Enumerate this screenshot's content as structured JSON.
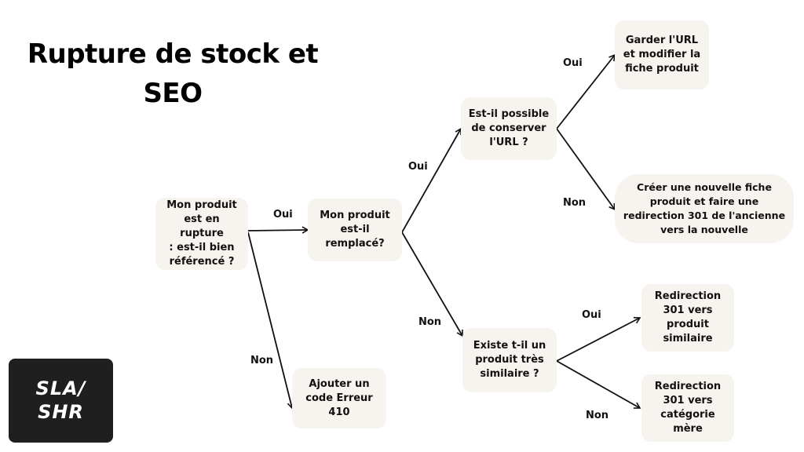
{
  "title": {
    "line1": "Rupture de stock et",
    "line2": "SEO"
  },
  "nodes": {
    "start": [
      "Mon produit",
      "est en rupture",
      ": est-il bien",
      "référencé ?"
    ],
    "replaced": [
      "Mon produit",
      "est-il",
      "remplacé?"
    ],
    "error410": [
      "Ajouter un",
      "code Erreur",
      "410"
    ],
    "keep_url_q": [
      "Est-il possible",
      "de conserver",
      "l'URL ?"
    ],
    "similar_q": [
      "Existe t-il un",
      "produit très",
      "similaire ?"
    ],
    "keep_url": [
      "Garder l'URL",
      "et modifier la",
      "fiche produit"
    ],
    "new_page": [
      "Créer une nouvelle fiche",
      "produit et faire une",
      "redirection 301 de l'ancienne",
      "vers la nouvelle"
    ],
    "redirect_similar": [
      "Redirection",
      "301 vers",
      "produit",
      "similaire"
    ],
    "redirect_parent": [
      "Redirection",
      "301 vers",
      "catégorie",
      "mère"
    ]
  },
  "edge_labels": {
    "start_oui": "Oui",
    "start_non": "Non",
    "replaced_oui": "Oui",
    "replaced_non": "Non",
    "url_oui": "Oui",
    "url_non": "Non",
    "similar_oui": "Oui",
    "similar_non": "Non"
  },
  "logo": {
    "line1": "SLA/",
    "line2": "SHR"
  },
  "colors": {
    "node_fill": "#f7f3ee",
    "arrow": "#111111",
    "logo_bg": "#1f1f1f",
    "logo_text": "#ffffff"
  }
}
